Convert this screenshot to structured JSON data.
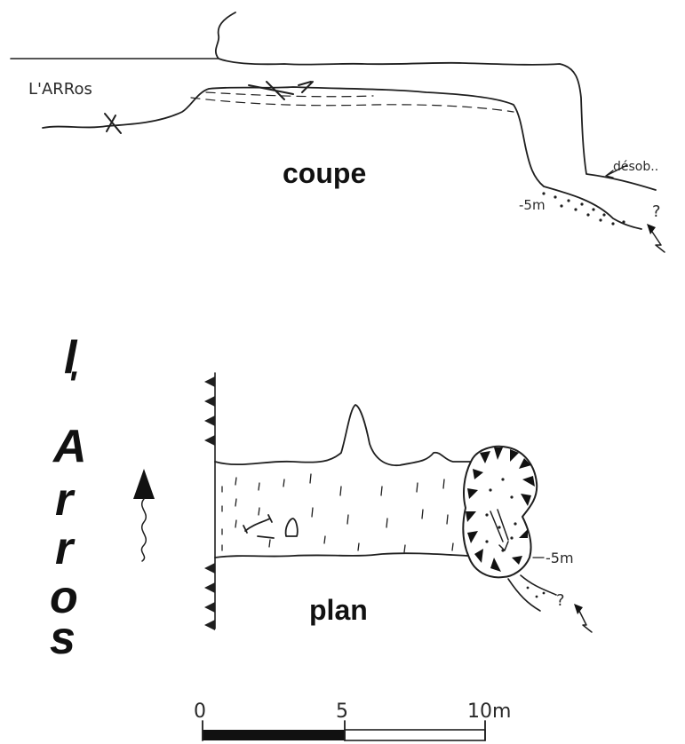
{
  "coupe": {
    "title": "coupe",
    "place_label": "L'ARRos",
    "desob_label": "désob..",
    "depth_label": "-5m",
    "question_mark": "?"
  },
  "plan": {
    "title": "plan",
    "depth_label": "-5m",
    "question_mark": "?"
  },
  "vertical_title": [
    "l",
    "'",
    "A",
    "r",
    "r",
    "o",
    "s"
  ],
  "scale": {
    "ticks": [
      "0",
      "5",
      "10m"
    ]
  },
  "colors": {
    "ink": "#1f1f1f",
    "fill_dark": "#111111",
    "paper": "#ffffff"
  },
  "icons": {
    "north_arrow": "north-arrow-icon",
    "bones": "bones-icon",
    "flow_arrow": "flow-arrow-icon"
  }
}
